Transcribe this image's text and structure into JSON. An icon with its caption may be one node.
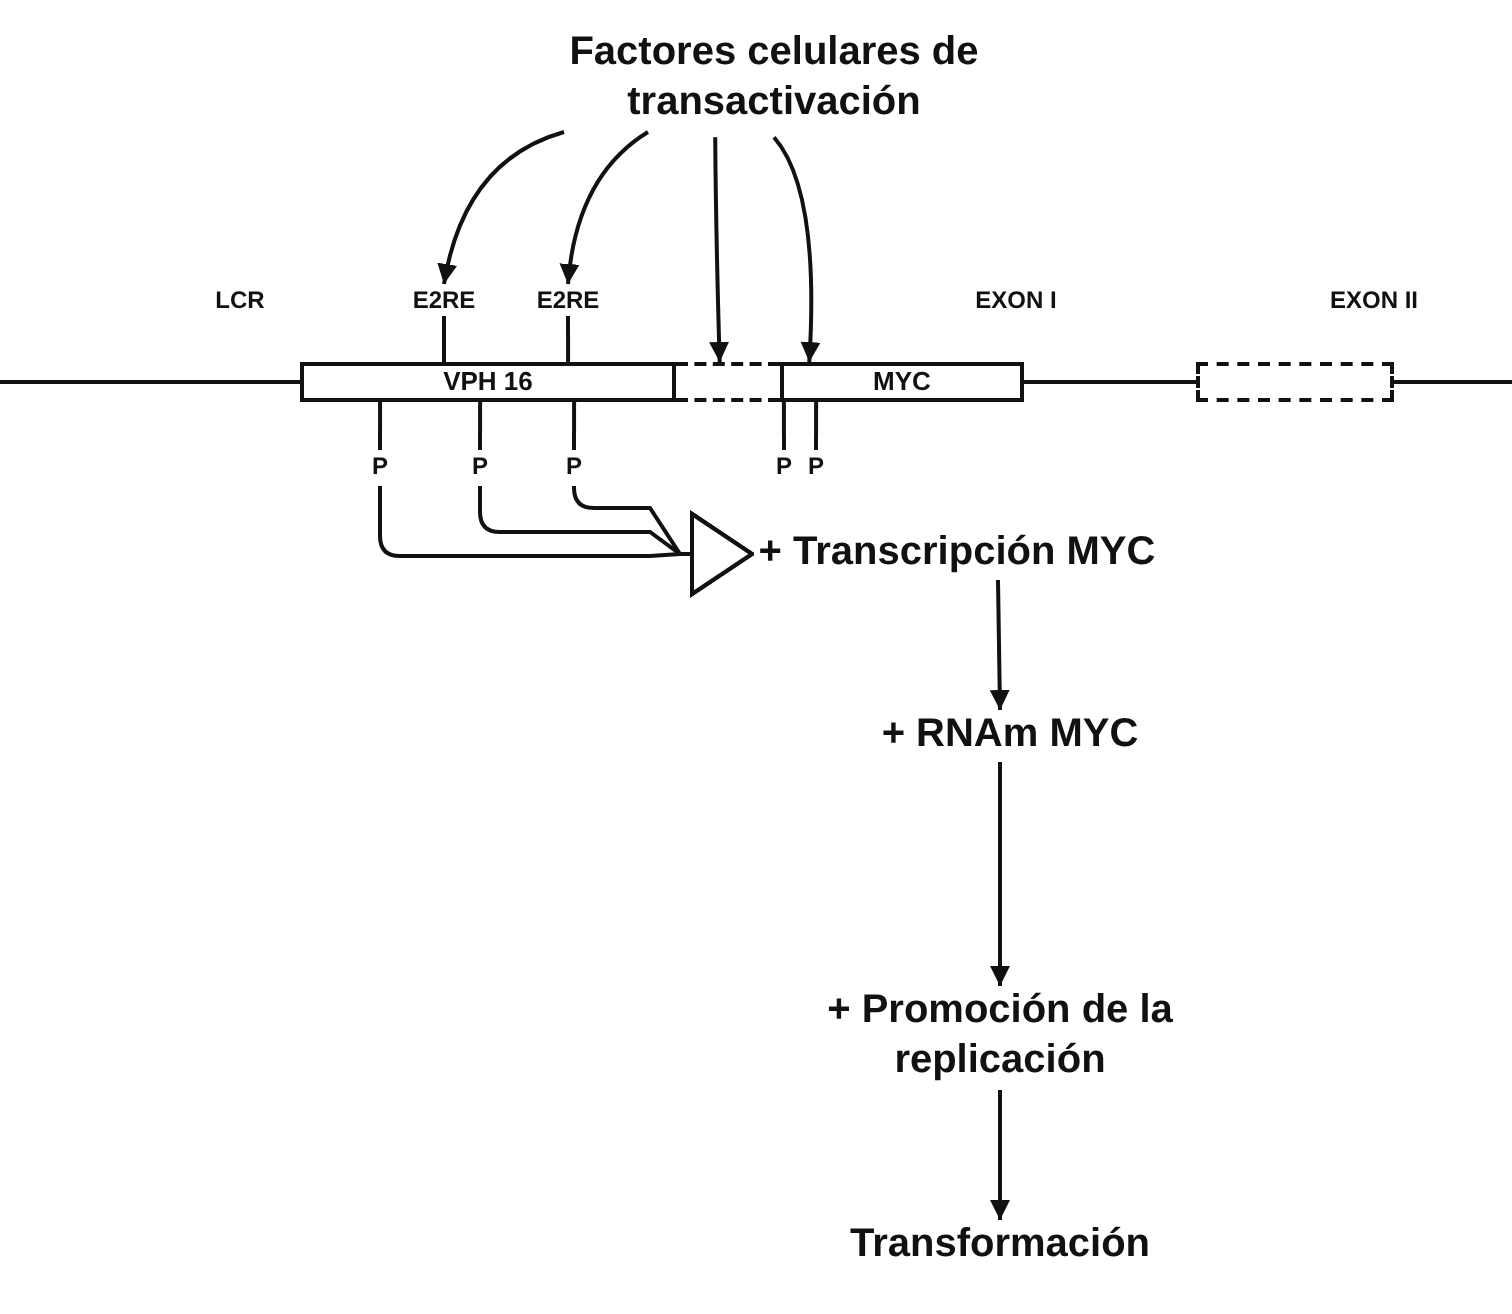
{
  "diagram": {
    "nodes": [
      {
        "text": [
          "Factores celulares de transactivación"
        ]
      },
      {
        "text": [
          "E2RE"
        ]
      },
      {
        "text": [
          "E2RE"
        ]
      },
      {
        "text": [
          "VPH 16"
        ]
      },
      {
        "text": [],
        "shape": "box"
      },
      {
        "text": [
          "MYC"
        ]
      },
      {
        "text": [],
        "shape": "box"
      },
      {
        "text": [
          "P"
        ]
      },
      {
        "text": [
          "P"
        ]
      },
      {
        "text": [
          "P"
        ]
      },
      {
        "text": [
          "P"
        ]
      },
      {
        "text": [
          "P"
        ]
      },
      {
        "text": [
          "+ Transcripción MYC"
        ]
      },
      {
        "text": [
          "+ RNAm MYC"
        ]
      },
      {
        "text": [
          "+ Promoción de la replicación"
        ]
      },
      {
        "text": [
          "Transformación"
        ]
      }
    ],
    "edges": [
      {
        "from": 0,
        "to": 1,
        "arrow": "to"
      },
      {
        "from": 0,
        "to": 2,
        "arrow": "to"
      },
      {
        "from": 0,
        "to": 4,
        "arrow": "to"
      },
      {
        "from": 0,
        "to": 5,
        "arrow": "to"
      },
      {
        "from": 7,
        "to": 12,
        "arrow": "to"
      },
      {
        "from": 8,
        "to": 12,
        "arrow": "to"
      },
      {
        "from": 9,
        "to": 12,
        "arrow": "to"
      },
      {
        "from": 12,
        "to": 13,
        "arrow": "to"
      },
      {
        "from": 13,
        "to": 14,
        "arrow": "to"
      },
      {
        "from": 14,
        "to": 15,
        "arrow": "to"
      },
      {
        "from": 1,
        "to": 3,
        "arrow": "none"
      },
      {
        "from": 2,
        "to": 3,
        "arrow": "none"
      },
      {
        "from": 3,
        "to": 7,
        "arrow": "none"
      },
      {
        "from": 3,
        "to": 8,
        "arrow": "none"
      },
      {
        "from": 3,
        "to": 9,
        "arrow": "none"
      },
      {
        "from": 5,
        "to": 10,
        "arrow": "none"
      },
      {
        "from": 5,
        "to": 11,
        "arrow": "none"
      }
    ],
    "labels": [
      "LCR",
      "EXON I",
      "EXON II"
    ]
  }
}
